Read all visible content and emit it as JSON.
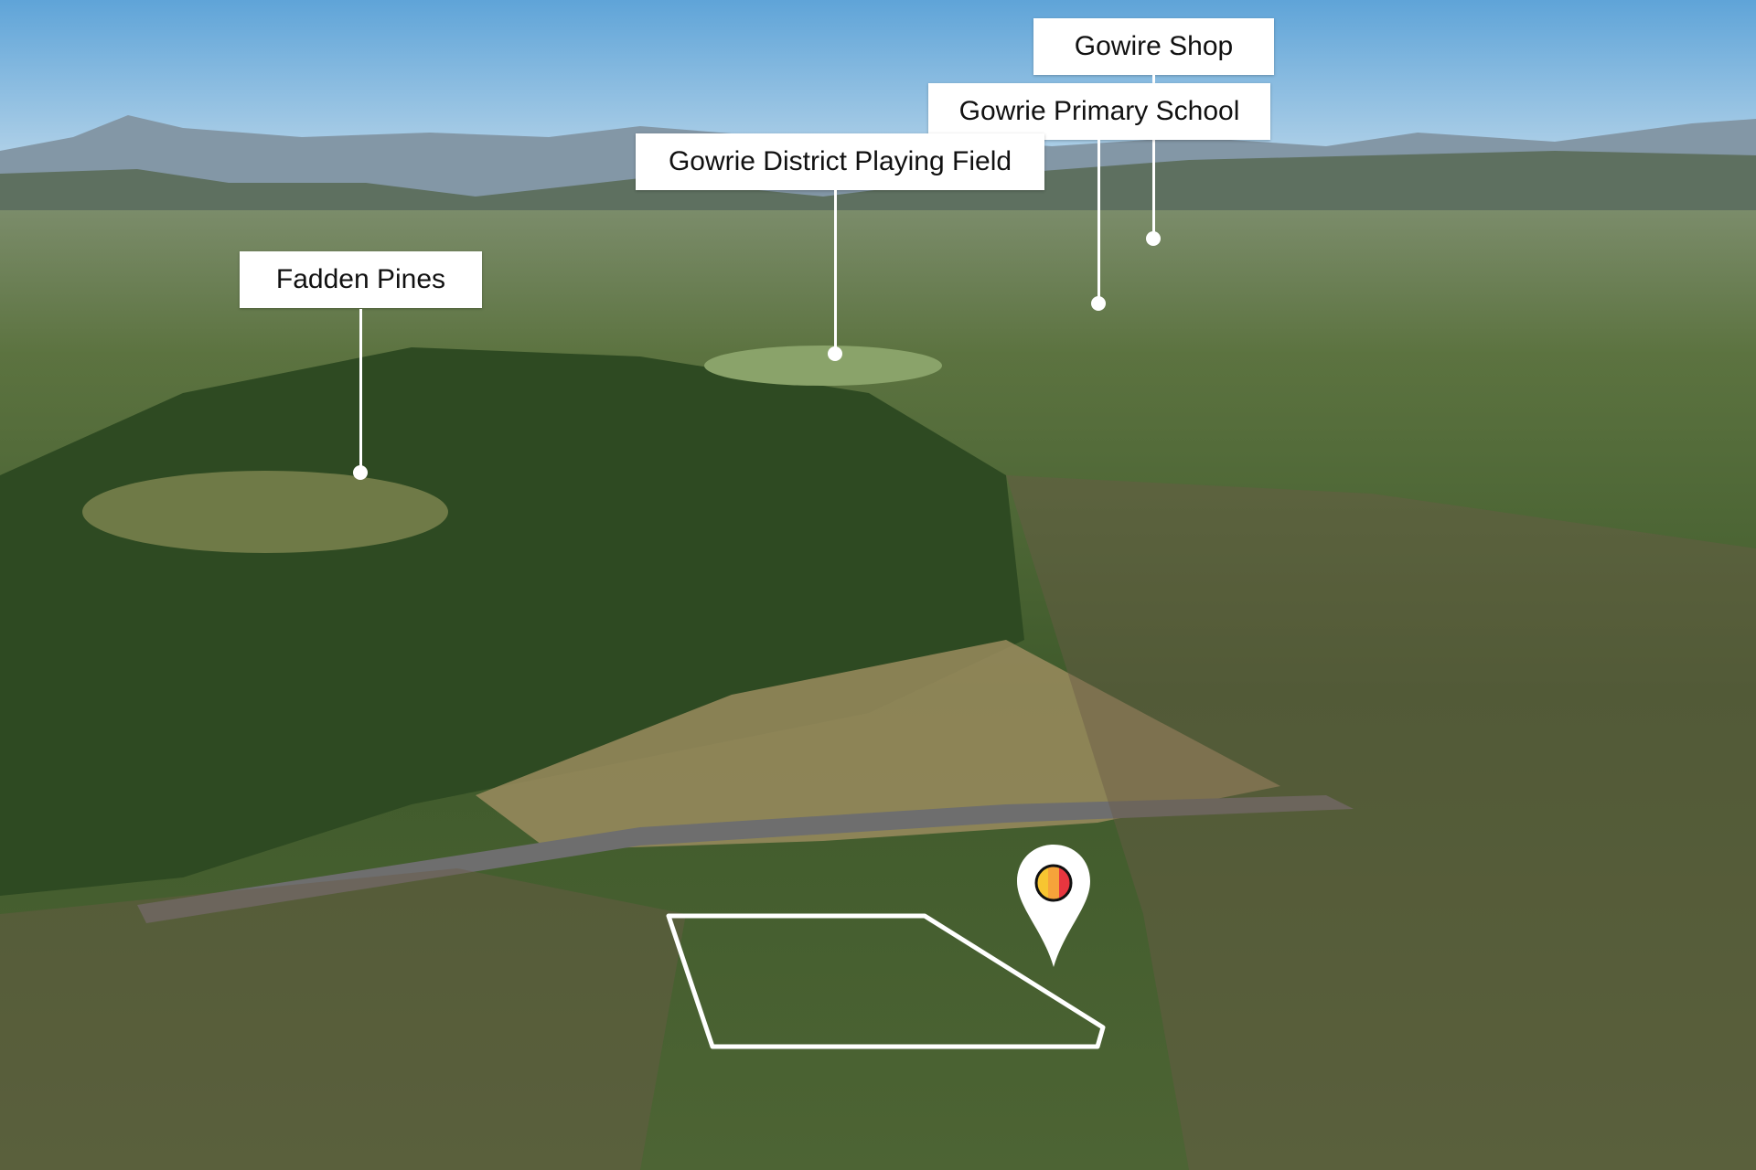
{
  "labels": {
    "gowrie_shop": "Gowire Shop",
    "gowrie_primary_school": "Gowrie Primary School",
    "gowrie_district_playing_field": "Gowrie District Playing Field",
    "fadden_pines": "Fadden Pines"
  },
  "pin": {
    "icon": "location-pin-icon",
    "stripe_colors": [
      "#f7c531",
      "#f6a33a",
      "#e8363f"
    ]
  },
  "colors": {
    "sky_top": "#5fa4d8",
    "sky_horizon": "#cfe2ee",
    "mountains": "#6f8598",
    "forest_dark": "#2e4a22",
    "suburb_green": "#5f7a3a",
    "outline": "#ffffff"
  }
}
